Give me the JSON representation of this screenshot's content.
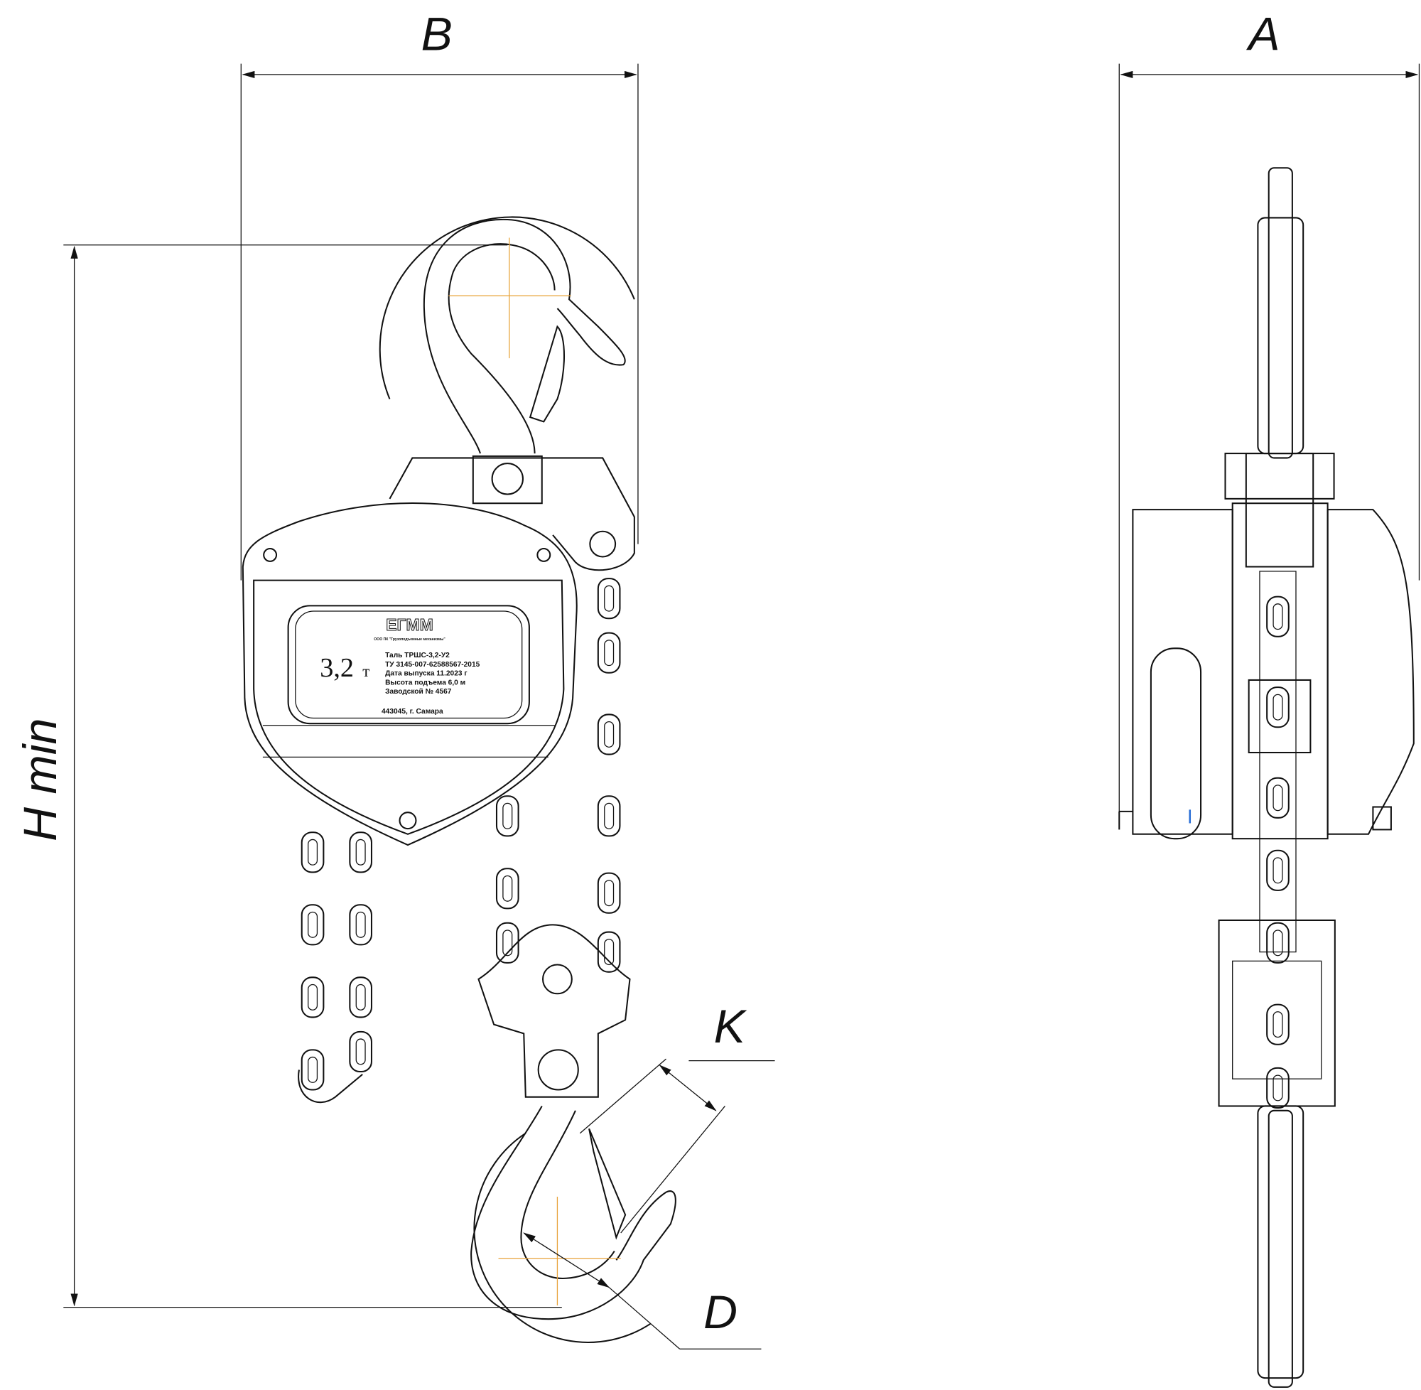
{
  "dimensions": {
    "B": "B",
    "A": "A",
    "H": "H min",
    "K": "K",
    "D": "D"
  },
  "plate": {
    "logo": "ЕГММ",
    "company": "ООО ПК \"Грузоподъемные механизмы\"",
    "capacity": "3,2",
    "unit": "т",
    "lines": [
      "Таль ТРШС-3,2-У2",
      "ТУ 3145-007-62588567-2015",
      "Дата выпуска 11.2023 г",
      "Высота подъема   6,0 м",
      "Заводской № 4567"
    ],
    "address": "443045, г. Самара"
  }
}
